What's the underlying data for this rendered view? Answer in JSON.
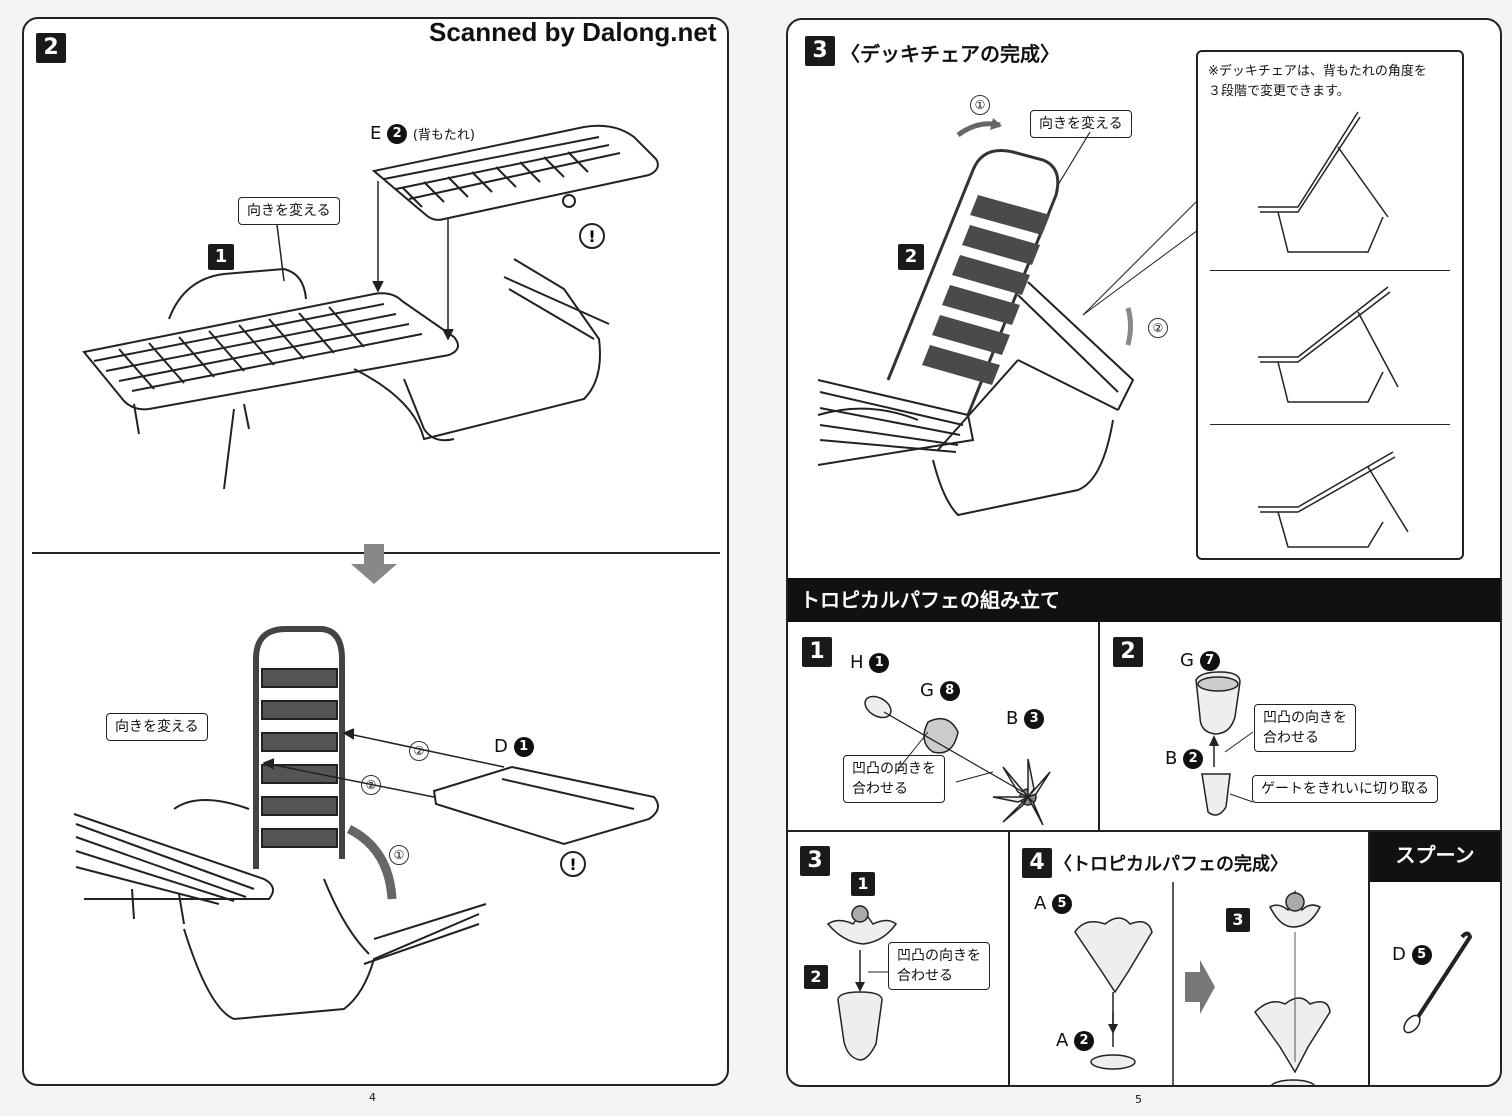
{
  "watermark": "Scanned by Dalong.net",
  "left_page": {
    "step_number": "2",
    "top_section": {
      "step_label": "1",
      "rotate_label": "向きを変える",
      "part_label_letter": "E",
      "part_label_num": "2",
      "part_label_note": "(背もたれ)",
      "warning_icon": "exclamation-circle"
    },
    "bottom_section": {
      "rotate_label": "向きを変える",
      "part_label_letter": "D",
      "part_label_num": "1",
      "arrow_labels": [
        "②",
        "②",
        "①"
      ],
      "warning_icon": "exclamation-circle"
    },
    "page_number": "4"
  },
  "right_page": {
    "step_number": "3",
    "step_title": "〈デッキチェアの完成〉",
    "rotate_label": "向きを変える",
    "arrow_label_1": "①",
    "arrow_label_2": "②",
    "step_label": "2",
    "note": "※デッキチェアは、背もたれの角度を\n３段階で変更できます。",
    "parfait_header": "トロピカルパフェの組み立て",
    "parfait_steps": {
      "s1": {
        "num": "1",
        "part_h": {
          "letter": "H",
          "num": "1"
        },
        "part_g": {
          "letter": "G",
          "num": "8"
        },
        "part_b": {
          "letter": "B",
          "num": "3"
        },
        "label": "凹凸の向きを\n合わせる"
      },
      "s2": {
        "num": "2",
        "part_g": {
          "letter": "G",
          "num": "7"
        },
        "part_b": {
          "letter": "B",
          "num": "2"
        },
        "label_align": "凹凸の向きを\n合わせる",
        "label_gate": "ゲートをきれいに切り取る"
      },
      "s3": {
        "num": "3",
        "sub1": "1",
        "sub2": "2",
        "label": "凹凸の向きを\n合わせる"
      },
      "s4": {
        "num": "4",
        "title": "〈トロピカルパフェの完成〉",
        "part_a5": {
          "letter": "A",
          "num": "5"
        },
        "part_a2": {
          "letter": "A",
          "num": "2"
        },
        "sub3": "3"
      },
      "spoon": {
        "title": "スプーン",
        "part": {
          "letter": "D",
          "num": "5"
        }
      }
    },
    "page_number": "5"
  }
}
